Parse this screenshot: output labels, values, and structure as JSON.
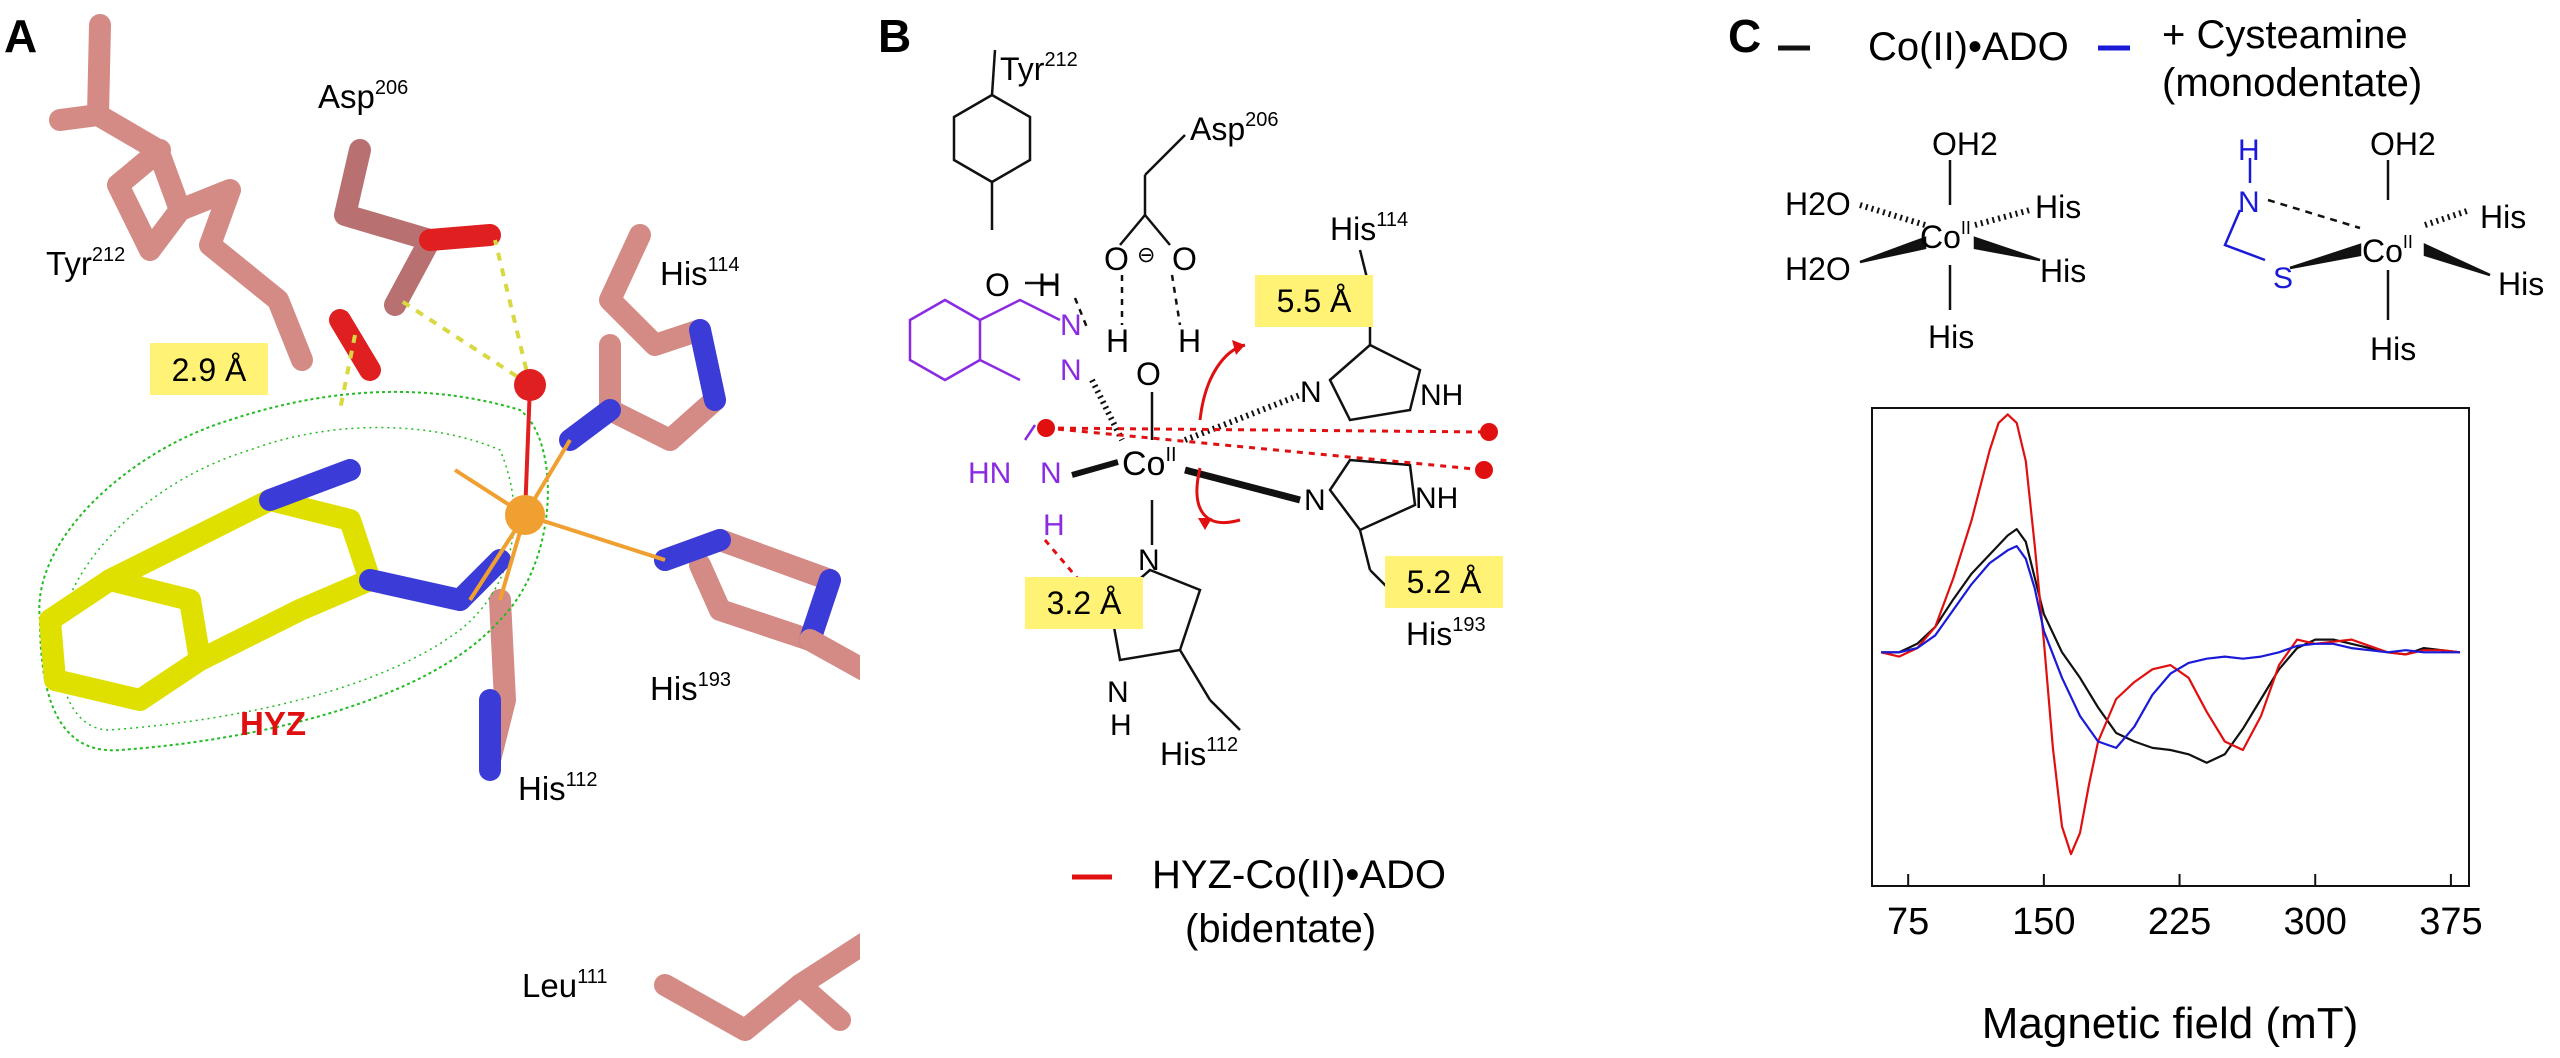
{
  "panel_a": {
    "letter": "A",
    "labels": {
      "asp": "Asp",
      "asp_num": "206",
      "tyr": "Tyr",
      "tyr_num": "212",
      "his114": "His",
      "his114_num": "114",
      "his193": "His",
      "his193_num": "193",
      "his112": "His",
      "his112_num": "112",
      "leu": "Leu",
      "leu_num": "111",
      "ligand": "HYZ"
    },
    "distance": "2.9 Å",
    "colors": {
      "residue": "#d48a85",
      "ligand": "#e0e000",
      "nitrogen": "#3b3bd8",
      "oxygen": "#e02020",
      "metal": "#f0a030",
      "mesh": "#22bb22",
      "distance_bg": "#fff275",
      "ligand_label": "#e01010"
    }
  },
  "panel_b": {
    "letter": "B",
    "labels": {
      "tyr": "Tyr",
      "tyr_num": "212",
      "asp": "Asp",
      "asp_num": "206",
      "his114": "His",
      "his114_num": "114",
      "his193": "His",
      "his193_num": "193",
      "his112": "His",
      "his112_num": "112",
      "co": "Co",
      "co_ox": "II",
      "o": "O",
      "h": "H",
      "n": "N",
      "nh": "NH",
      "hn": "HN",
      "minus": "⊖"
    },
    "distances": {
      "d1": "5.5 Å",
      "d2": "5.2 Å",
      "d3": "3.2 Å"
    },
    "legend": {
      "line1": "HYZ-Co(II)•ADO",
      "line2": "(bidentate)",
      "color": "#e01010"
    },
    "colors": {
      "ligand": "#8a2be2",
      "dist": "#e01010",
      "distance_bg": "#fff275"
    }
  },
  "panel_c": {
    "letter": "C",
    "legend": [
      {
        "label": "Co(II)•ADO",
        "color": "#111111"
      },
      {
        "label": "+ Cysteamine",
        "label2": "(monodentate)",
        "color": "#1a1ad8"
      }
    ],
    "complex1": {
      "oh2": "OH2",
      "h2o_1": "H2O",
      "h2o_2": "H2O",
      "his_r1": "His",
      "his_r2": "His",
      "his_b": "His",
      "co": "Co",
      "co_ox": "II"
    },
    "complex2": {
      "h": "H",
      "n": "N",
      "s": "S",
      "oh2": "OH2",
      "his_r1": "His",
      "his_r2": "His",
      "his_b": "His",
      "co": "Co",
      "co_ox": "II",
      "color": "#1a1ad8"
    }
  },
  "chart_data": {
    "type": "line",
    "xlabel": "Magnetic field (mT)",
    "ylabel": "",
    "xlim": [
      55,
      385
    ],
    "ylim": [
      -1.1,
      1.15
    ],
    "x_ticks": [
      75,
      150,
      225,
      300,
      375
    ],
    "grid": false,
    "series": [
      {
        "color": "#111111",
        "x": [
          60,
          70,
          80,
          90,
          100,
          110,
          120,
          130,
          135,
          140,
          145,
          150,
          160,
          170,
          180,
          190,
          200,
          210,
          220,
          230,
          240,
          250,
          260,
          270,
          280,
          290,
          300,
          310,
          320,
          330,
          340,
          350,
          360,
          370,
          380
        ],
        "y": [
          0.0,
          0.0,
          0.04,
          0.12,
          0.25,
          0.37,
          0.46,
          0.55,
          0.58,
          0.52,
          0.35,
          0.18,
          0.0,
          -0.12,
          -0.26,
          -0.38,
          -0.42,
          -0.45,
          -0.46,
          -0.48,
          -0.52,
          -0.48,
          -0.36,
          -0.22,
          -0.08,
          0.02,
          0.06,
          0.06,
          0.04,
          0.02,
          0.0,
          -0.01,
          0.02,
          0.01,
          0.0
        ]
      },
      {
        "color": "#e01010",
        "x": [
          60,
          70,
          80,
          90,
          100,
          110,
          120,
          125,
          130,
          135,
          140,
          145,
          150,
          155,
          160,
          165,
          170,
          175,
          180,
          190,
          200,
          210,
          220,
          230,
          240,
          250,
          260,
          270,
          280,
          290,
          300,
          310,
          320,
          330,
          340,
          350,
          360,
          370,
          380
        ],
        "y": [
          0.0,
          -0.02,
          0.02,
          0.12,
          0.35,
          0.62,
          0.95,
          1.08,
          1.12,
          1.08,
          0.9,
          0.5,
          0.05,
          -0.45,
          -0.82,
          -0.95,
          -0.85,
          -0.62,
          -0.42,
          -0.22,
          -0.14,
          -0.08,
          -0.06,
          -0.12,
          -0.28,
          -0.42,
          -0.46,
          -0.3,
          -0.06,
          0.06,
          0.04,
          0.05,
          0.06,
          0.03,
          0.0,
          -0.01,
          0.01,
          0.01,
          0.0
        ]
      },
      {
        "color": "#1a1ad8",
        "x": [
          60,
          70,
          80,
          90,
          100,
          110,
          120,
          130,
          135,
          140,
          145,
          150,
          160,
          170,
          180,
          190,
          200,
          210,
          220,
          230,
          240,
          250,
          260,
          270,
          280,
          290,
          300,
          310,
          320,
          330,
          340,
          350,
          360,
          370,
          380
        ],
        "y": [
          0.0,
          0.0,
          0.02,
          0.08,
          0.2,
          0.32,
          0.42,
          0.48,
          0.5,
          0.44,
          0.3,
          0.1,
          -0.12,
          -0.3,
          -0.42,
          -0.45,
          -0.35,
          -0.2,
          -0.1,
          -0.05,
          -0.03,
          -0.02,
          -0.03,
          -0.02,
          0.0,
          0.03,
          0.04,
          0.04,
          0.02,
          0.01,
          0.0,
          0.01,
          0.0,
          0.0,
          0.0
        ]
      }
    ]
  }
}
